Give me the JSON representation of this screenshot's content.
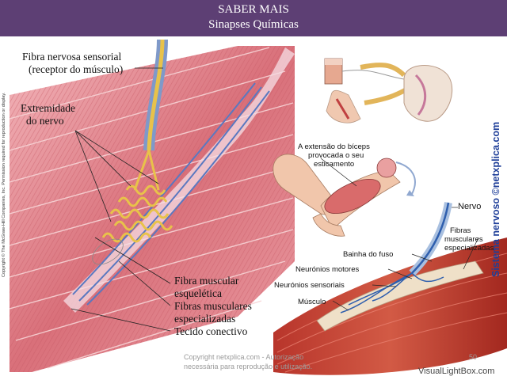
{
  "header": {
    "title": "SABER MAIS",
    "subtitle": "Sinapses Químicas"
  },
  "left_labels": {
    "fibra_sensorial_1": "Fibra nervosa sensorial",
    "fibra_sensorial_2": "(receptor  do músculo)",
    "extremidade_1": "Extremidade",
    "extremidade_2": "do nervo",
    "fibra_esq_1": "Fibra muscular",
    "fibra_esq_2": "esquelética",
    "fibras_espec_1": "Fibras musculares",
    "fibras_espec_2": "especializadas",
    "tecido": "Tecido conectivo"
  },
  "right_labels": {
    "extensao_1": "A extensão do bíceps",
    "extensao_2": "provocada o seu",
    "extensao_3": "esticamento",
    "nervo": "Nervo",
    "fibras_1": "Fibras",
    "fibras_2": "musculares",
    "fibras_3": "especializadas",
    "bainha": "Bainha do fuso",
    "neur_motores": "Neurónios motores",
    "neur_sensoriais": "Neurónios sensoriais",
    "musculo": "Músculo"
  },
  "side_text": {
    "copyright_vertical": "Copyright © The McGraw-Hill Companies, Inc. Permission required for reproduction or display.",
    "brand_vertical": "Sistema nervoso  ©netxplica.com"
  },
  "footer": {
    "line1": "Copyright netxplica.com - Autorização",
    "line2": "necessária para reprodução e utilização.",
    "page_number": "50",
    "watermark": "VisualLightBox.com"
  },
  "colors": {
    "header_bg": "#5d3f74",
    "muscle": "#d9707a",
    "nerve_yellow": "#e8c24a",
    "nerve_blue": "#5a78c0",
    "brand_blue": "#1f3f99"
  }
}
